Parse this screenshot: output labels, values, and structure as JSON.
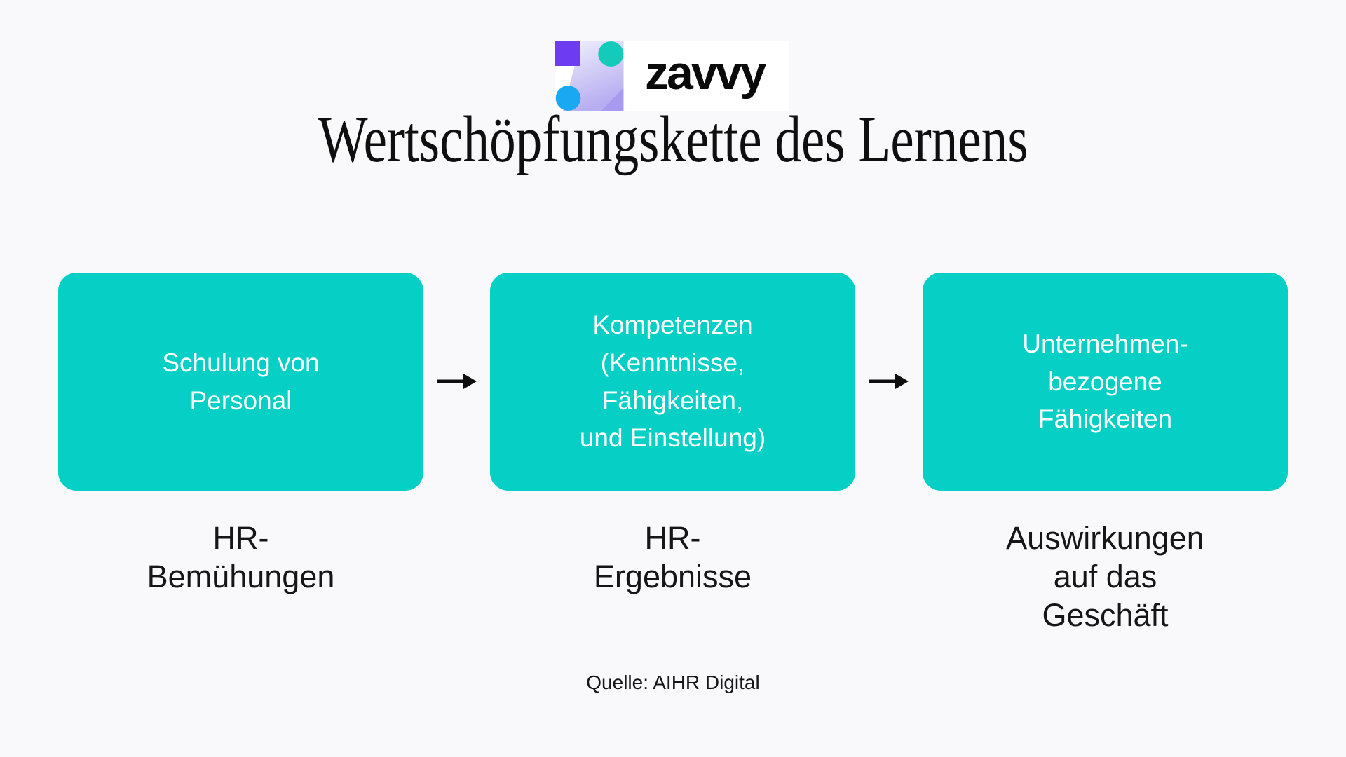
{
  "page": {
    "background_color": "#F9F9FB"
  },
  "logo": {
    "brand": "zavvy",
    "card_background": "#FFFFFF",
    "wordmark_color": "#0A0A0A",
    "mark_colors": {
      "square": "#6C3BF2",
      "top_circle": "#14CBBA",
      "bottom_circle": "#1BA8F2",
      "triangle": "#A79AF0",
      "band_gradient_start": "#F2F1FC",
      "band_gradient_end": "#B7ADF1"
    }
  },
  "title": "Wertschöpfungskette des Lernens",
  "flow": {
    "accent_color": "#06D0C5",
    "box_text_color": "#FFFFFF",
    "arrow_color": "#0E0E0E",
    "boxes": [
      {
        "text": "Schulung von\nPersonal"
      },
      {
        "text": "Kompetenzen\n(Kenntnisse,\nFähigkeiten,\nund Einstellung)"
      },
      {
        "text": "Unternehmen-\nbezogene\nFähigkeiten"
      }
    ],
    "labels": [
      {
        "text": "HR-\nBemühungen"
      },
      {
        "text": "HR-\nErgebnisse"
      },
      {
        "text": "Auswirkungen\nauf das\nGeschäft"
      }
    ]
  },
  "source": "Quelle: AIHR Digital"
}
